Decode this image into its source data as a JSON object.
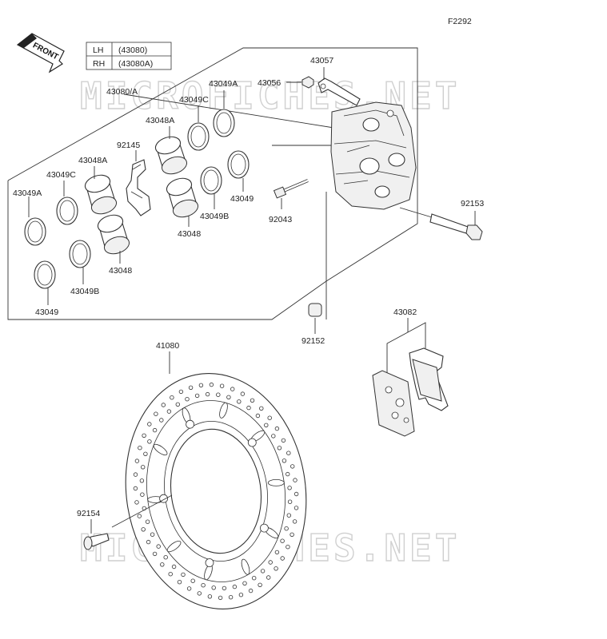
{
  "figure_code": "F2292",
  "front_label": "FRONT",
  "side_table": [
    {
      "side": "LH",
      "part": "(43080)"
    },
    {
      "side": "RH",
      "part": "(43080A)"
    }
  ],
  "watermark": "MICROFICHES.NET",
  "labels": {
    "l43057": "43057",
    "l43056": "43056",
    "l43049A_top": "43049A",
    "l43080A": "43080/A",
    "l43049C_top": "43049C",
    "l43048A_top": "43048A",
    "l92145": "92145",
    "l43048A_left": "43048A",
    "l43049C_left": "43049C",
    "l43049A_left": "43049A",
    "l43049_mid": "43049",
    "l43049B_mid": "43049B",
    "l43048_mid": "43048",
    "l43048_left": "43048",
    "l43049B_left": "43049B",
    "l43049_left": "43049",
    "l92043": "92043",
    "l92153": "92153",
    "l92152": "92152",
    "l43082": "43082",
    "l41080": "41080",
    "l92154": "92154"
  }
}
